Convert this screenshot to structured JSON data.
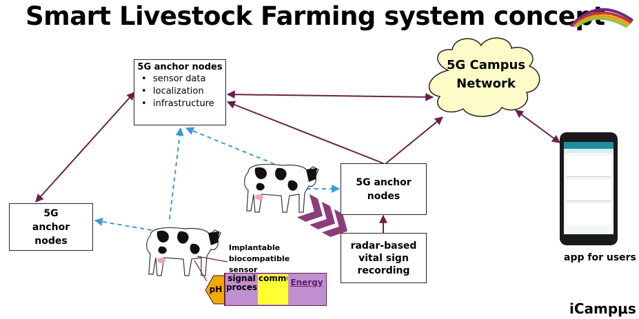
{
  "title": "Smart Livestock Farming system concept",
  "nodes": {
    "top": {
      "heading": "5G anchor nodes",
      "bullets": [
        "sensor data",
        "localization",
        "infrastructure"
      ]
    },
    "left": {
      "label": "5G anchor nodes"
    },
    "right": {
      "label": "5G anchor nodes"
    },
    "radar": {
      "label": "radar-based vital sign recording"
    }
  },
  "cloud": {
    "label": "5G Campus Network"
  },
  "sensor": {
    "caption": "Implantable biocompatible sensor",
    "modules": [
      "pH",
      "signal processing",
      "communication",
      "Energy"
    ]
  },
  "app": {
    "label": "app for users"
  },
  "brand": "iCampμs",
  "colors": {
    "solid_arrow": "#6b1f4a",
    "dashed_arrow": "#3a9ad9",
    "chevrons": "#8b3d7a",
    "cloud_fill": "#fdfbc8",
    "ph_fill": "#f5a800",
    "signal_fill": "#c28fd0",
    "comm_fill": "#ffff33",
    "energy_fill": "#c28fd0"
  },
  "icons": [
    "logo-arc-icon",
    "cow-icon",
    "phone-icon",
    "chevron-icon"
  ]
}
